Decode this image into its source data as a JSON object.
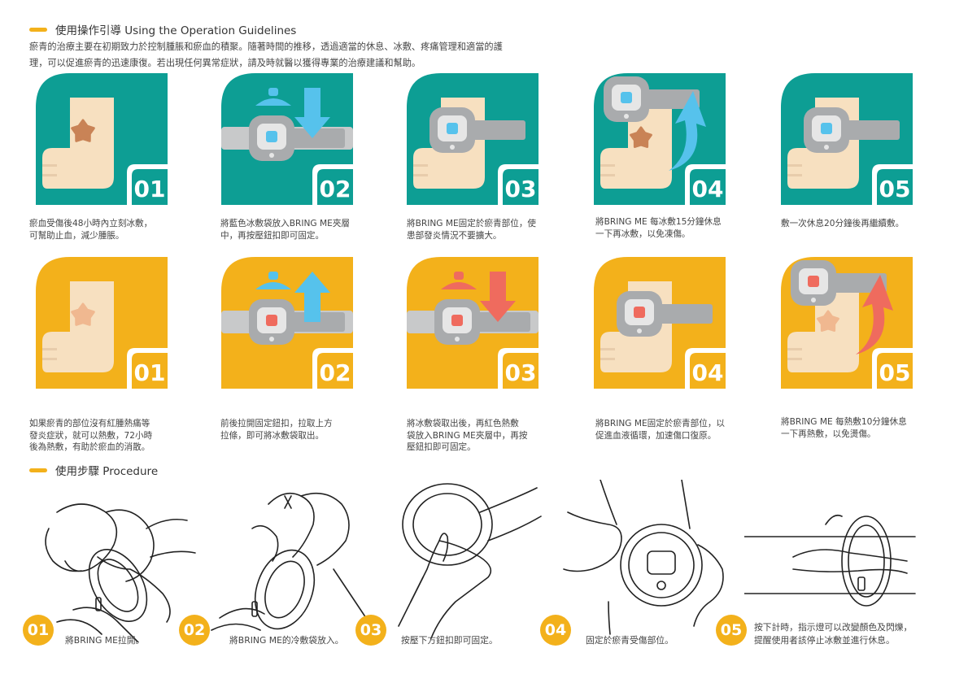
{
  "guide": {
    "title": "使用操作引導 Using the Operation Guidelines",
    "intro": "瘀青的治療主要在初期致力於控制腫脹和瘀血的積聚。隨著時間的推移，透過適當的休息、冰敷、疼痛管理和適當的護理，可以促進瘀青的迅速康復。若出現任何異常症狀，請及時就醫以獲得專業的治療建議和幫助。"
  },
  "cold_steps": [
    {
      "num": "01",
      "caption": "瘀血受傷後48小時內立刻冰敷，\n可幫助止血，減少腫脹。"
    },
    {
      "num": "02",
      "caption": "將藍色冰敷袋放入BRING ME夾層\n中，再按壓鈕扣即可固定。"
    },
    {
      "num": "03",
      "caption": "將BRING ME固定於瘀青部位，使\n患部發炎情況不要擴大。"
    },
    {
      "num": "04",
      "caption": "將BRING ME 每冰敷15分鐘休息\n一下再冰敷，以免凍傷。"
    },
    {
      "num": "05",
      "caption": "敷一次休息20分鐘後再繼續敷。"
    }
  ],
  "hot_steps": [
    {
      "num": "01",
      "caption": "如果瘀青的部位沒有紅腫熱痛等\n發炎症狀，就可以熱敷，72小時\n後為熱敷，有助於瘀血的消散。"
    },
    {
      "num": "02",
      "caption": "前後拉開固定鈕扣，拉取上方\n拉條，即可將冰敷袋取出。"
    },
    {
      "num": "03",
      "caption": "將冰敷袋取出後，再紅色熱敷\n袋放入BRING ME夾層中，再按\n壓鈕扣即可固定。"
    },
    {
      "num": "04",
      "caption": "將BRING ME固定於瘀青部位，以\n促進血液循環，加速傷口復原。"
    },
    {
      "num": "05",
      "caption": "將BRING ME 每熱敷10分鐘休息\n一下再熱敷，以免燙傷。"
    }
  ],
  "procedure": {
    "title": "使用步驟 Procedure",
    "steps": [
      {
        "num": "01",
        "caption": "將BRING ME拉開。"
      },
      {
        "num": "02",
        "caption": "將BRING ME的冷敷袋放入。"
      },
      {
        "num": "03",
        "caption": "按壓下方鈕扣即可固定。"
      },
      {
        "num": "04",
        "caption": "固定於瘀青受傷部位。"
      },
      {
        "num": "05",
        "caption": "按下計時，指示燈可以改變顏色及閃爍，\n提醒使用者該停止冰敷並進行休息。"
      }
    ]
  },
  "colors": {
    "teal": "#0d9e94",
    "yellow": "#f3b11b",
    "skin": "#f7e0c0",
    "bruise": "#c98356",
    "bruise_light": "#f0b890",
    "device": "#a9abad",
    "cold_bag": "#56c2ec",
    "hot_bag": "#ef6b5e",
    "accent": "#f3b11b"
  }
}
